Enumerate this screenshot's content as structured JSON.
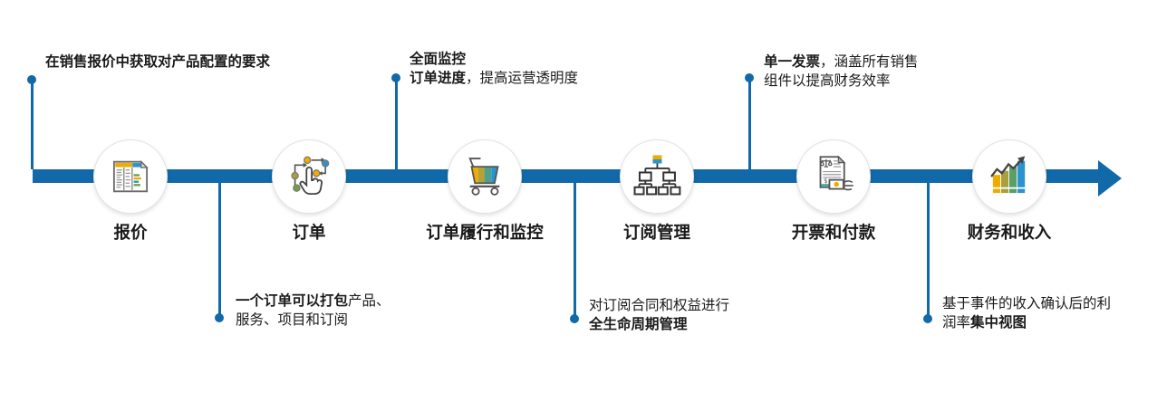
{
  "colors": {
    "timeline_blue": "#1169a9",
    "gold": "#f0ab00",
    "olive": "#a8a03c",
    "green": "#4da08c",
    "blue": "#2a93d0",
    "icon_outline": "#555555",
    "text": "#1a1a1a"
  },
  "stages": [
    {
      "label": "报价",
      "icon": "quote-document-icon"
    },
    {
      "label": "订单",
      "icon": "order-click-icon"
    },
    {
      "label": "订单履行和监控",
      "icon": "shopping-cart-icon"
    },
    {
      "label": "订阅管理",
      "icon": "hierarchy-icon"
    },
    {
      "label": "开票和付款",
      "icon": "invoice-payment-icon"
    },
    {
      "label": "财务和收入",
      "icon": "growth-chart-icon"
    }
  ],
  "annotations": {
    "top": [
      {
        "lines": [
          {
            "segs": [
              {
                "t": "在销售报价中获取对产品配置的要求",
                "b": true
              }
            ]
          }
        ]
      },
      {
        "lines": [
          {
            "segs": [
              {
                "t": "全面监控",
                "b": true
              }
            ]
          },
          {
            "segs": [
              {
                "t": "订单进度",
                "b": true
              },
              {
                "t": "，提高运营透明度",
                "b": false
              }
            ]
          }
        ]
      },
      {
        "lines": [
          {
            "segs": [
              {
                "t": "单一发票",
                "b": true
              },
              {
                "t": "，涵盖所有销售",
                "b": false
              }
            ]
          },
          {
            "segs": [
              {
                "t": "组件以提高财务效率",
                "b": false
              }
            ]
          }
        ]
      }
    ],
    "bottom": [
      {
        "lines": [
          {
            "segs": [
              {
                "t": "一个订单可以打包",
                "b": true
              },
              {
                "t": "产品、",
                "b": false
              }
            ]
          },
          {
            "segs": [
              {
                "t": "服务、项目和订阅",
                "b": false
              }
            ]
          }
        ]
      },
      {
        "lines": [
          {
            "segs": [
              {
                "t": "对订阅合同和权益进行",
                "b": false
              }
            ]
          },
          {
            "segs": [
              {
                "t": "全生命周期管理",
                "b": true
              }
            ]
          }
        ]
      },
      {
        "lines": [
          {
            "segs": [
              {
                "t": "基于事件的收入确认后的利",
                "b": false
              }
            ]
          },
          {
            "segs": [
              {
                "t": "润率",
                "b": false
              },
              {
                "t": "集中视图",
                "b": true
              }
            ]
          }
        ]
      }
    ]
  }
}
